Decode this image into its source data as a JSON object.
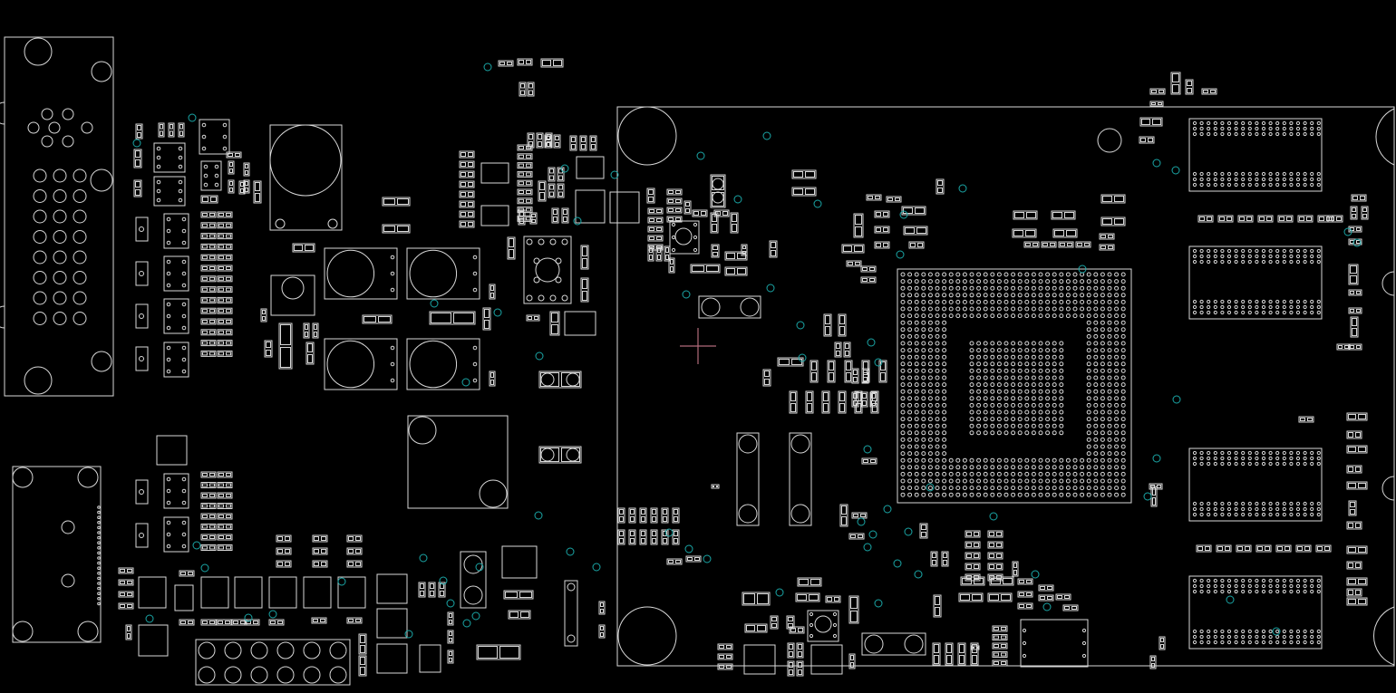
{
  "view": {
    "mode": "pcb-layout",
    "background_color": "#000000",
    "outline_color": "#d8d8d8",
    "via_color": "#1aa6a6",
    "cursor_color": "#b06a7a"
  },
  "board": {
    "components": [
      {
        "kind": "db15-vga-connector",
        "cx_mm": 0,
        "rows": 5
      },
      {
        "kind": "rj45-connector"
      },
      {
        "kind": "smd-inductor-large",
        "count": 1
      },
      {
        "kind": "power-inductor",
        "count": 4
      },
      {
        "kind": "ic-qfp",
        "count": 2
      },
      {
        "kind": "fpga-bga",
        "count": 1
      },
      {
        "kind": "ddr-memory-bga",
        "count": 4
      },
      {
        "kind": "crystal-oscillator",
        "count": 3
      },
      {
        "kind": "pin-header-2x6",
        "count": 1
      },
      {
        "kind": "mounting-hole",
        "count": 6
      }
    ],
    "labels": []
  }
}
